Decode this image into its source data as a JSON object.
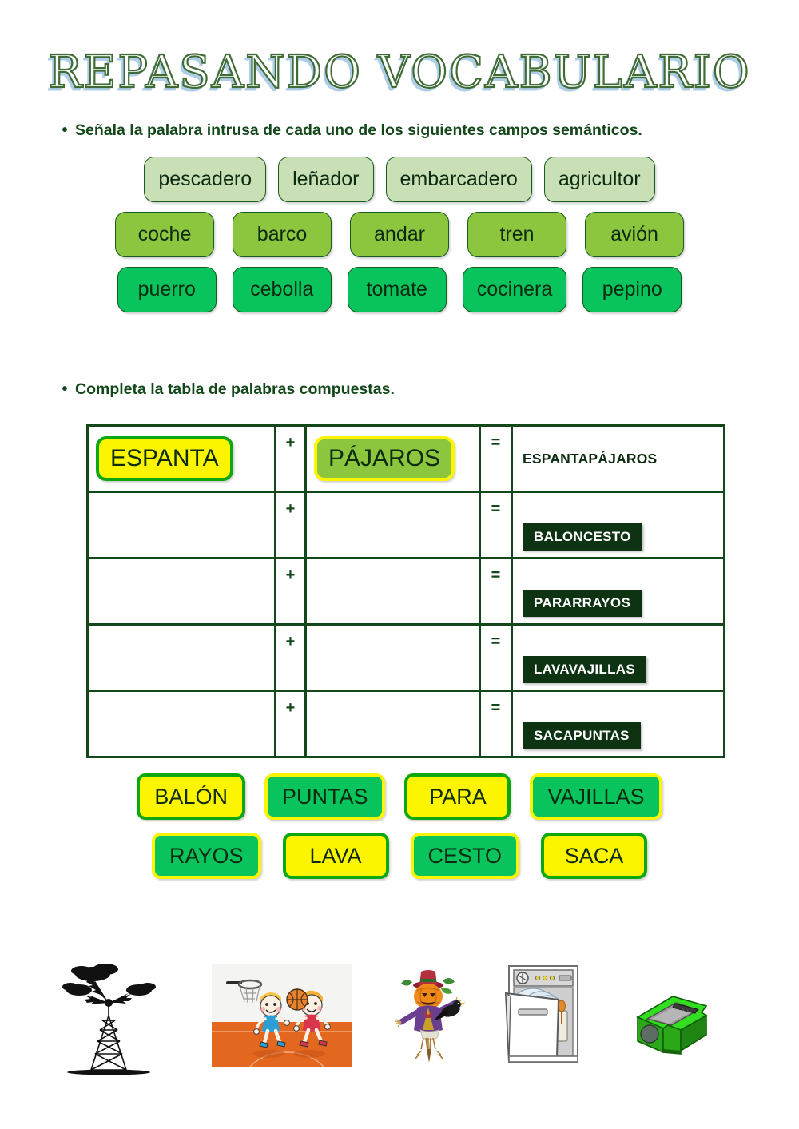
{
  "page": {
    "title": "REPASANDO VOCABULARIO"
  },
  "instructions": [
    {
      "bullet": "•",
      "text": "Señala la palabra intrusa de cada uno de los siguientes campos semánticos."
    },
    {
      "bullet": "•",
      "text": "Completa la tabla de palabras compuestas."
    }
  ],
  "semantic_fields": {
    "rows": [
      {
        "tone": "tone1",
        "words": [
          "pescadero",
          "leñador",
          "embarcadero",
          "agricultor"
        ]
      },
      {
        "tone": "tone2",
        "words": [
          "coche",
          "barco",
          "andar",
          "tren",
          "avión"
        ]
      },
      {
        "tone": "tone3",
        "words": [
          "puerro",
          "cebolla",
          "tomate",
          "cocinera",
          "pepino"
        ]
      }
    ]
  },
  "compound_table": {
    "operators": {
      "plus": "+",
      "equals": "="
    },
    "rows": [
      {
        "part_a": "ESPANTA",
        "part_b": "PÁJAROS",
        "result": "ESPANTAPÁJAROS",
        "result_style": "plain"
      },
      {
        "part_a": "",
        "part_b": "",
        "result": "BALONCESTO",
        "result_style": "dark"
      },
      {
        "part_a": "",
        "part_b": "",
        "result": "PARARRAYOS",
        "result_style": "dark"
      },
      {
        "part_a": "",
        "part_b": "",
        "result": "LAVAVAJILLAS",
        "result_style": "dark"
      },
      {
        "part_a": "",
        "part_b": "",
        "result": "SACAPUNTAS",
        "result_style": "dark"
      }
    ]
  },
  "word_bank": {
    "row1": [
      {
        "label": "BALÓN",
        "style": "yellow-green"
      },
      {
        "label": "PUNTAS",
        "style": "green-yellow"
      },
      {
        "label": "PARA",
        "style": "yellow-green"
      },
      {
        "label": "VAJILLAS",
        "style": "green-yellow"
      }
    ],
    "row2": [
      {
        "label": "RAYOS",
        "style": "green-yellow"
      },
      {
        "label": "LAVA",
        "style": "yellow-green"
      },
      {
        "label": "CESTO",
        "style": "green-yellow"
      },
      {
        "label": "SACA",
        "style": "yellow-green"
      }
    ]
  },
  "pictures": [
    {
      "name": "lightning-rod-tower-image"
    },
    {
      "name": "basketball-children-image"
    },
    {
      "name": "scarecrow-image"
    },
    {
      "name": "dishwasher-image"
    },
    {
      "name": "pencil-sharpener-image"
    }
  ],
  "colors": {
    "dark_green": "#14481b",
    "tone1": "#c9e0b6",
    "tone2": "#8cc63f",
    "tone3": "#09c35c",
    "yellow": "#fdf500",
    "result_box": "#0d3313",
    "title_shadow": "#aecde8"
  }
}
